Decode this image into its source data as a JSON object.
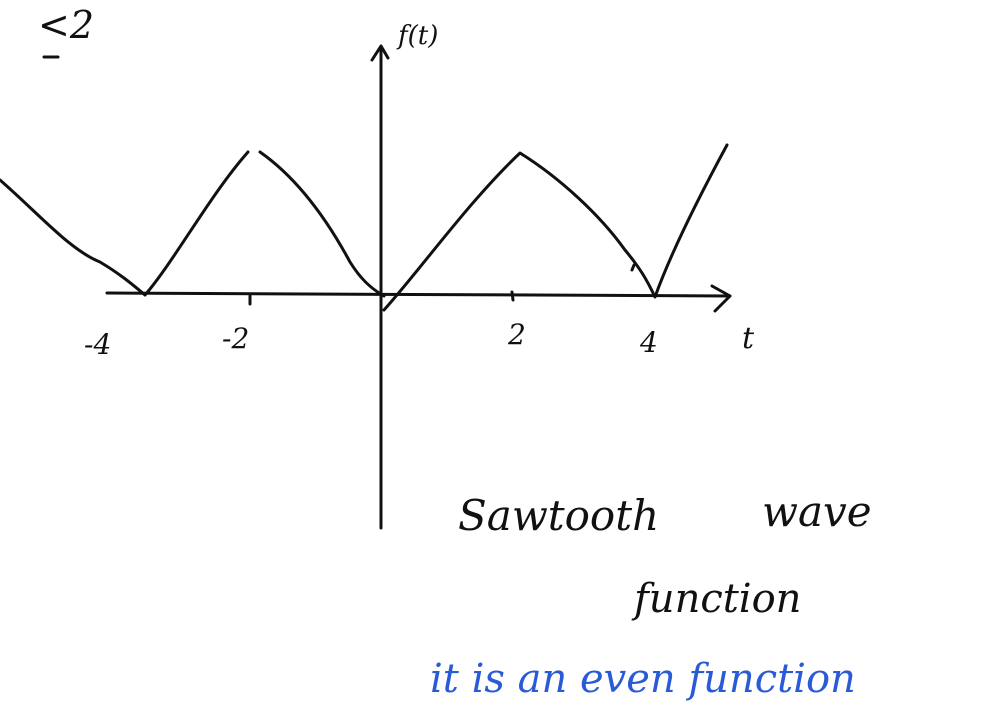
{
  "corner_note": "<2",
  "axes": {
    "y_label": "f(t)",
    "x_label": "t",
    "x_ticks": [
      "-4",
      "-2",
      "2",
      "4"
    ]
  },
  "annotations": {
    "title_line1": "Sawtooth",
    "title_line2": "wave",
    "title_line3": "function",
    "blue_note": "it is an even function"
  },
  "colors": {
    "ink": "#111111",
    "blue_ink": "#2a5bd7"
  }
}
